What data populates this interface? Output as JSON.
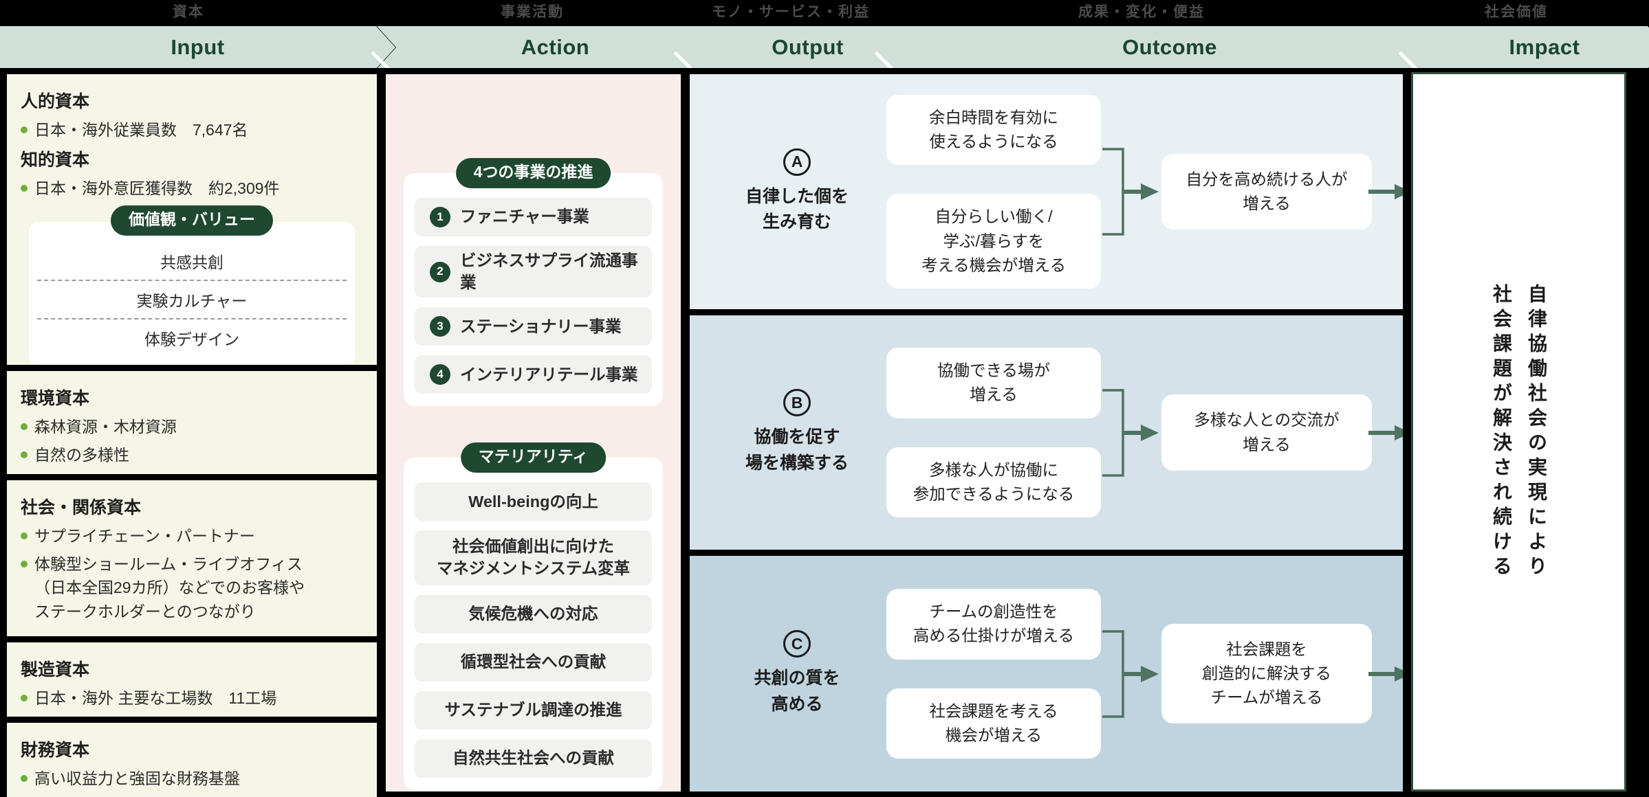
{
  "top_band": {
    "capital": "資本",
    "business_activity": "事業活動",
    "goods_services": "モノ・サービス・利益",
    "results_change": "成果・変化・便益",
    "social_value": "社会価値"
  },
  "headers": {
    "input": "Input",
    "action": "Action",
    "output": "Output",
    "outcome": "Outcome",
    "impact": "Impact"
  },
  "input": {
    "human_title": "人的資本",
    "human_bullet": "日本・海外従業員数　7,647名",
    "intellect_title": "知的資本",
    "intellect_bullet": "日本・海外意匠獲得数　約2,309件",
    "values_pill": "価値観・バリュー",
    "values": [
      "共感共創",
      "実験カルチャー",
      "体験デザイン"
    ],
    "env_title": "環境資本",
    "env_bullets": [
      "森林資源・木材資源",
      "自然の多様性"
    ],
    "social_title": "社会・関係資本",
    "social_bullets": [
      "サプライチェーン・パートナー",
      "体験型ショールーム・ライブオフィス\n（日本全国29カ所）などでのお客様や\nステークホルダーとのつながり"
    ],
    "mfg_title": "製造資本",
    "mfg_bullet": "日本・海外 主要な工場数　11工場",
    "fin_title": "財務資本",
    "fin_bullet": "高い収益力と強固な財務基盤"
  },
  "action": {
    "business_pill": "4つの事業の推進",
    "businesses": [
      {
        "num": "1",
        "label": "ファニチャー事業"
      },
      {
        "num": "2",
        "label": "ビジネスサプライ流通事業"
      },
      {
        "num": "3",
        "label": "ステーショナリー事業"
      },
      {
        "num": "4",
        "label": "インテリアリテール事業"
      }
    ],
    "materiality_pill": "マテリアリティ",
    "materiality": [
      "Well-beingの向上",
      "社会価値創出に向けた\nマネジメントシステム変革",
      "気候危機への対応",
      "循環型社会への貢献",
      "サステナブル調達の推進",
      "自然共生社会への貢献"
    ]
  },
  "rows": [
    {
      "letter": "A",
      "title": "自律した個を\n生み育む",
      "drivers": [
        "余白時間を有効に\n使えるようになる",
        "自分らしい働く/\n学ぶ/暮らすを\n考える機会が増える"
      ],
      "result": "自分を高め続ける人が\n増える"
    },
    {
      "letter": "B",
      "title": "協働を促す\n場を構築する",
      "drivers": [
        "協働できる場が\n増える",
        "多様な人が協働に\n参加できるようになる"
      ],
      "result": "多様な人との交流が\n増える"
    },
    {
      "letter": "C",
      "title": "共創の質を\n高める",
      "drivers": [
        "チームの創造性を\n高める仕掛けが増える",
        "社会課題を考える\n機会が増える"
      ],
      "result": "社会課題を\n創造的に解決する\nチームが増える"
    }
  ],
  "impact": {
    "line1": "自律協働社会の実現により",
    "line2": "社会課題が解決され続ける"
  },
  "colors": {
    "accent_green": "#1f4831",
    "band_bg": "#d0e0d9",
    "band_text": "#1b4532",
    "input_bg": "#f5f6e7",
    "action_bg": "#f8edeb",
    "row_a_bg": "#e9f0f3",
    "row_b_bg": "#d5e2e9",
    "row_c_bg": "#bfd4df",
    "arrow_green": "#4e7361",
    "bullet_green": "#6fae3d"
  }
}
